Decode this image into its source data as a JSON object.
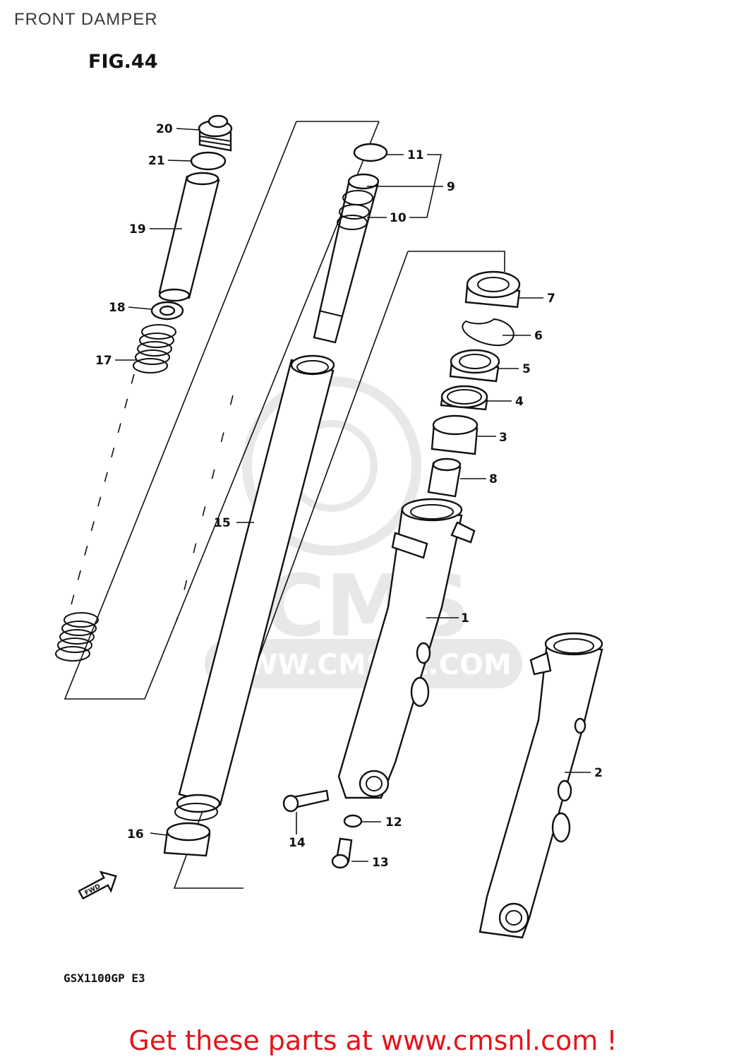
{
  "header": {
    "title": "FRONT DAMPER",
    "figure": "FIG.44"
  },
  "model": "GSX1100GP  E3",
  "watermark": {
    "text": "WWW.CMSNL.COM",
    "logo": "CMS"
  },
  "fwd_arrow": "FWD",
  "callouts": [
    "1",
    "2",
    "3",
    "4",
    "5",
    "6",
    "7",
    "8",
    "9",
    "10",
    "11",
    "12",
    "13",
    "14",
    "15",
    "16",
    "17",
    "18",
    "19",
    "20",
    "21"
  ],
  "footer": {
    "text": "Get these parts at www.cmsnl.com !",
    "color": "#e4141b"
  }
}
